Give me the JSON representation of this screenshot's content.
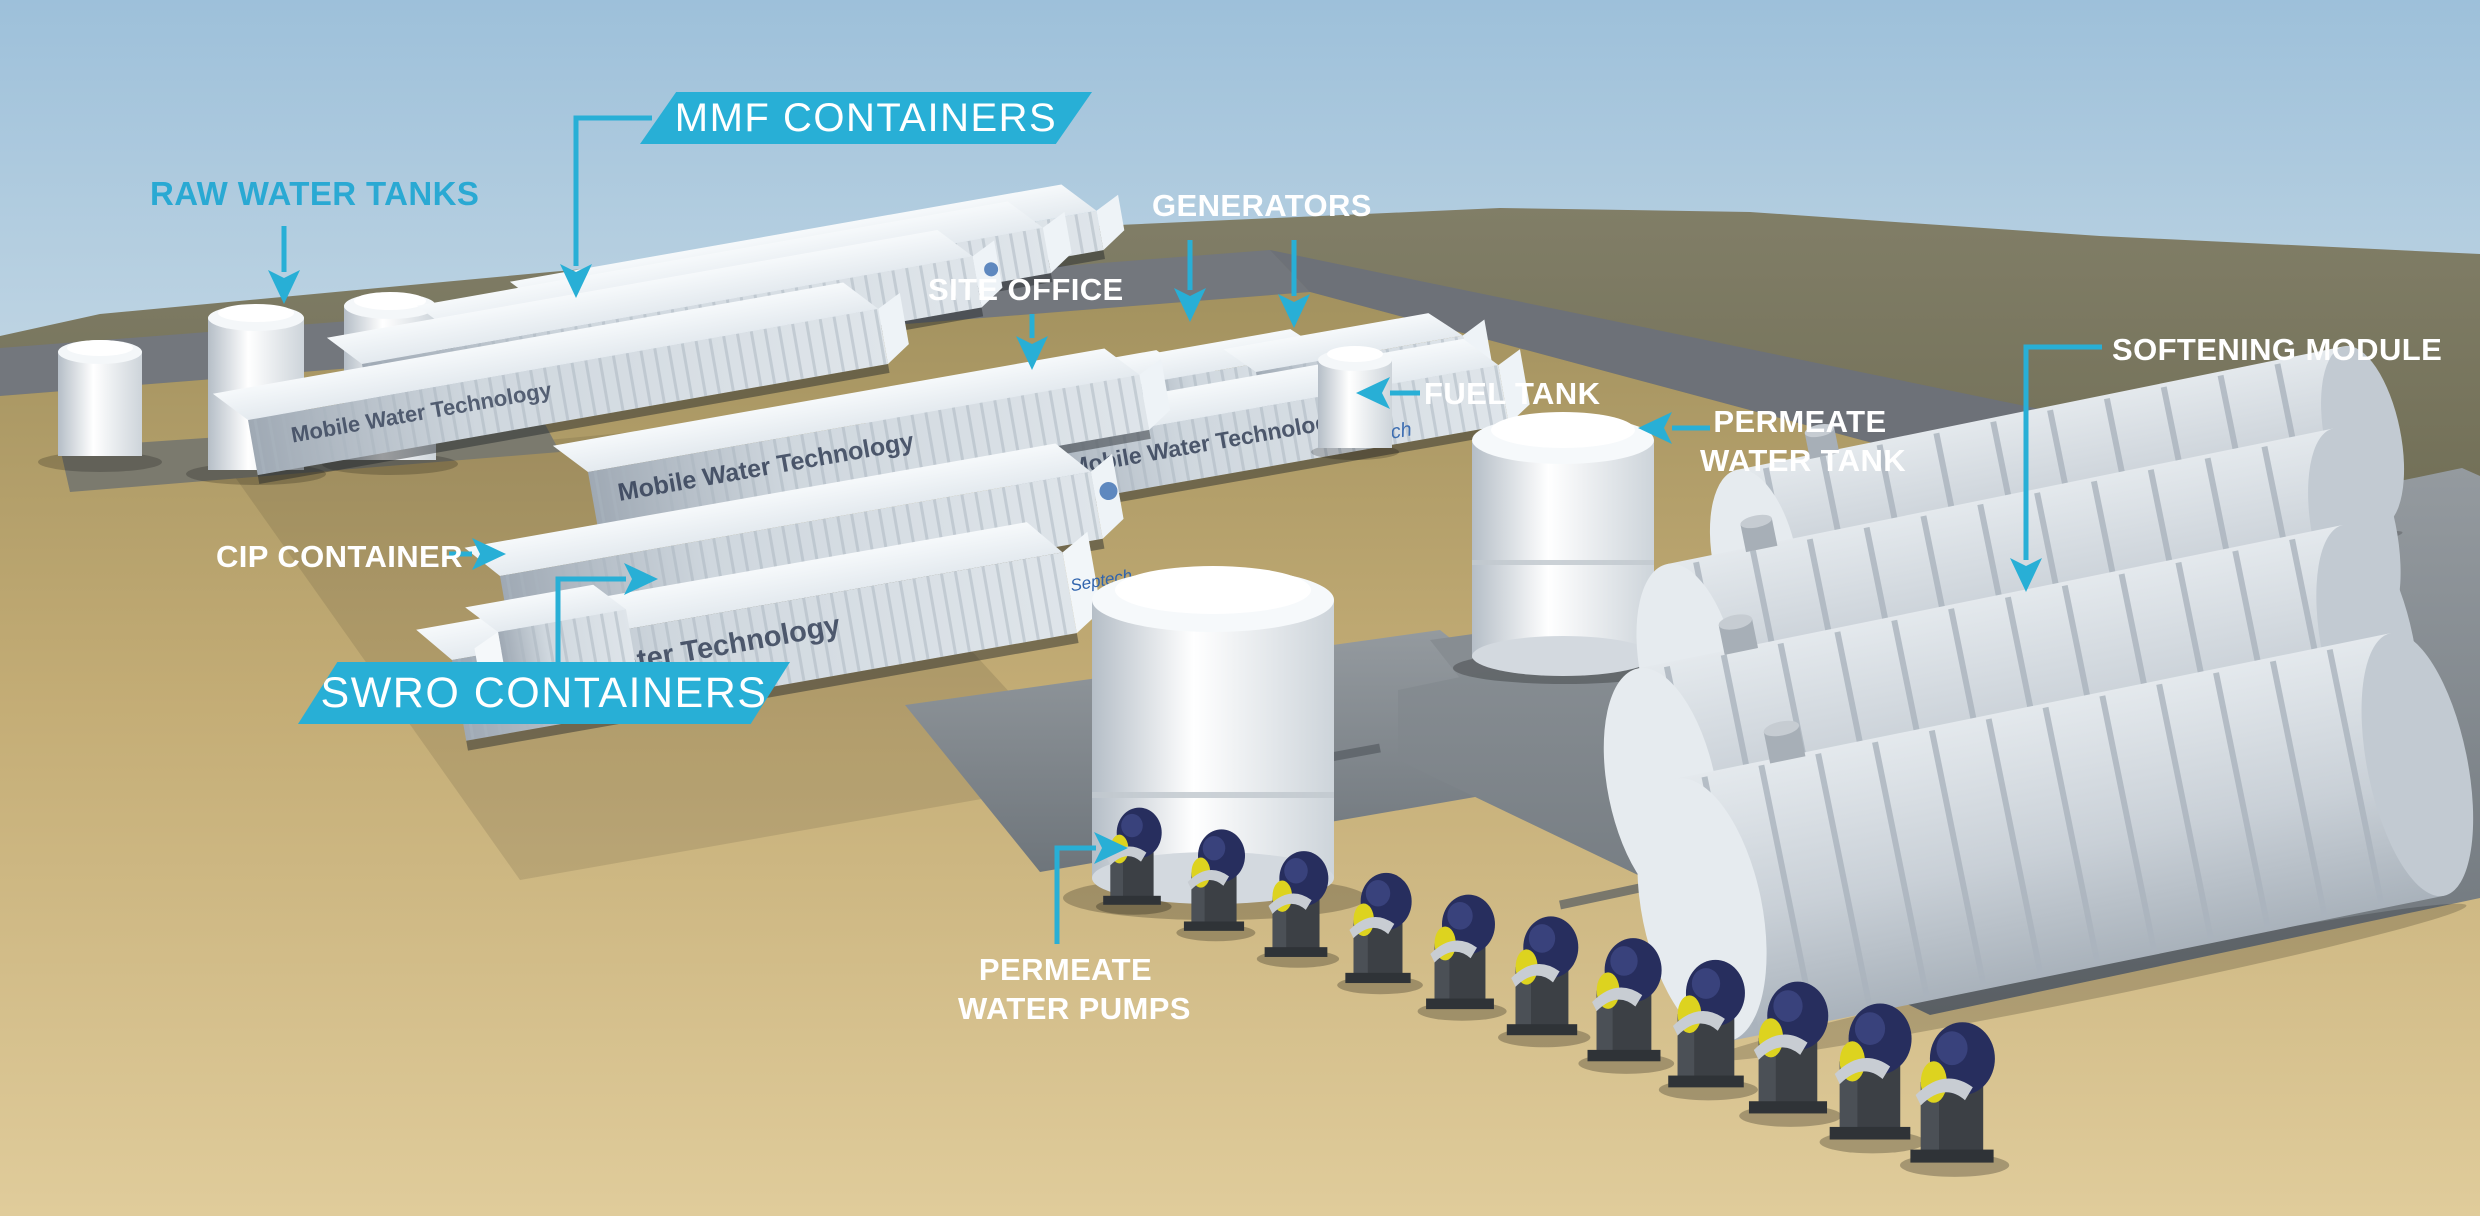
{
  "accent": "#28afd6",
  "label_color_cyan": "#2aa9d3",
  "callouts": {
    "raw_water_tanks": "RAW WATER TANKS",
    "mmf_containers": "MMF CONTAINERS",
    "site_office": "SITE OFFICE",
    "generators": "GENERATORS",
    "fuel_tank": "FUEL TANK",
    "permeate_water_tank_line1": "PERMEATE",
    "permeate_water_tank_line2": "WATER TANK",
    "softening_module": "SOFTENING MODULE",
    "cip_container": "CIP CONTAINER",
    "swro_containers": "SWRO CONTAINERS",
    "permeate_water_pumps_line1": "PERMEATE",
    "permeate_water_pumps_line2": "WATER PUMPS"
  },
  "scene": {
    "container_brand": "Mobile Water Technology",
    "container_logo": "Septech"
  }
}
